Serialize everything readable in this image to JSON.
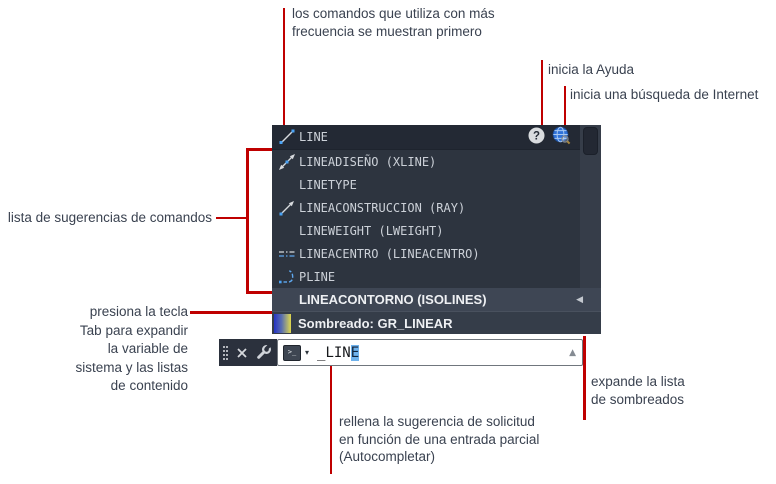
{
  "colors": {
    "annotation_red": "#bf0000",
    "annotation_text": "#3a4250",
    "panel_bg": "#2d343f",
    "panel_current_bg": "#232934",
    "sysvar_row_bg": "#3e4654",
    "hatch_row_bg": "#353d49",
    "hatch_gradient": [
      "#2433c4",
      "#dfd84d"
    ],
    "autocomplete_highlight": "#6fb2ec"
  },
  "annotations": {
    "frequent": {
      "lines": [
        "los comandos que utiliza con más",
        "frecuencia se muestran primero"
      ]
    },
    "help": {
      "text": "inicia la Ayuda"
    },
    "internet_search": {
      "text": "inicia una búsqueda de Internet"
    },
    "suggestion_list": {
      "text": "lista de sugerencias de comandos"
    },
    "tab_expand": {
      "lines": [
        "presiona la tecla",
        "Tab para expandir",
        "la variable de",
        "sistema y las listas",
        "de contenido"
      ]
    },
    "hatch_expand": {
      "lines": [
        "expande la lista",
        "de sombreados"
      ]
    },
    "autocomplete": {
      "lines": [
        "rellena la sugerencia de solicitud",
        "en función de una entrada parcial",
        "(Autocompletar)"
      ]
    }
  },
  "panel": {
    "current": {
      "label": "LINE"
    },
    "items": [
      {
        "label": "LINEADISEÑO (XLINE)"
      },
      {
        "label": "LINETYPE"
      },
      {
        "label": "LINEACONSTRUCCION (RAY)"
      },
      {
        "label": "LINEWEIGHT (LWEIGHT)"
      },
      {
        "label": "LINEACENTRO (LINEACENTRO)"
      },
      {
        "label": "PLINE"
      }
    ],
    "sysvar": {
      "label": "LINEACONTORNO (ISOLINES)",
      "expander_glyph": "◀"
    },
    "hatch": {
      "label": "Sombreado: GR_LINEAR"
    }
  },
  "command_bar": {
    "typed": "_LIN",
    "autocompleted": "E",
    "prompt_glyph": ">_",
    "dropdown_glyph": "▾",
    "history_glyph": "▲"
  }
}
